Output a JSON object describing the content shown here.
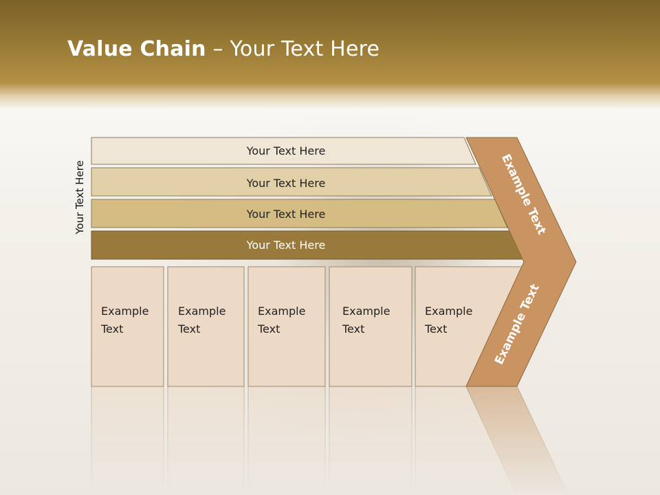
{
  "title": {
    "bold": "Value Chain",
    "rest": " – Your Text Here"
  },
  "side_label": "Your Text Here",
  "bars": [
    {
      "label": "Your Text Here",
      "color": "#efe6d6"
    },
    {
      "label": "Your Text Here",
      "color": "#e2d1a8"
    },
    {
      "label": "Your Text Here",
      "color": "#d4bc82"
    },
    {
      "label": "Your Text Here",
      "color": "#9a7a3c"
    }
  ],
  "columns": [
    {
      "line1": "Example",
      "line2": "Text"
    },
    {
      "line1": "Example",
      "line2": "Text"
    },
    {
      "line1": "Example",
      "line2": "Text"
    },
    {
      "line1": "Example",
      "line2": "Text"
    },
    {
      "line1": "Example",
      "line2": "Text"
    }
  ],
  "chevron": {
    "upper": "Example Text",
    "lower": "Example Text",
    "color": "#c99461"
  },
  "column_color": "#ecd9c6"
}
